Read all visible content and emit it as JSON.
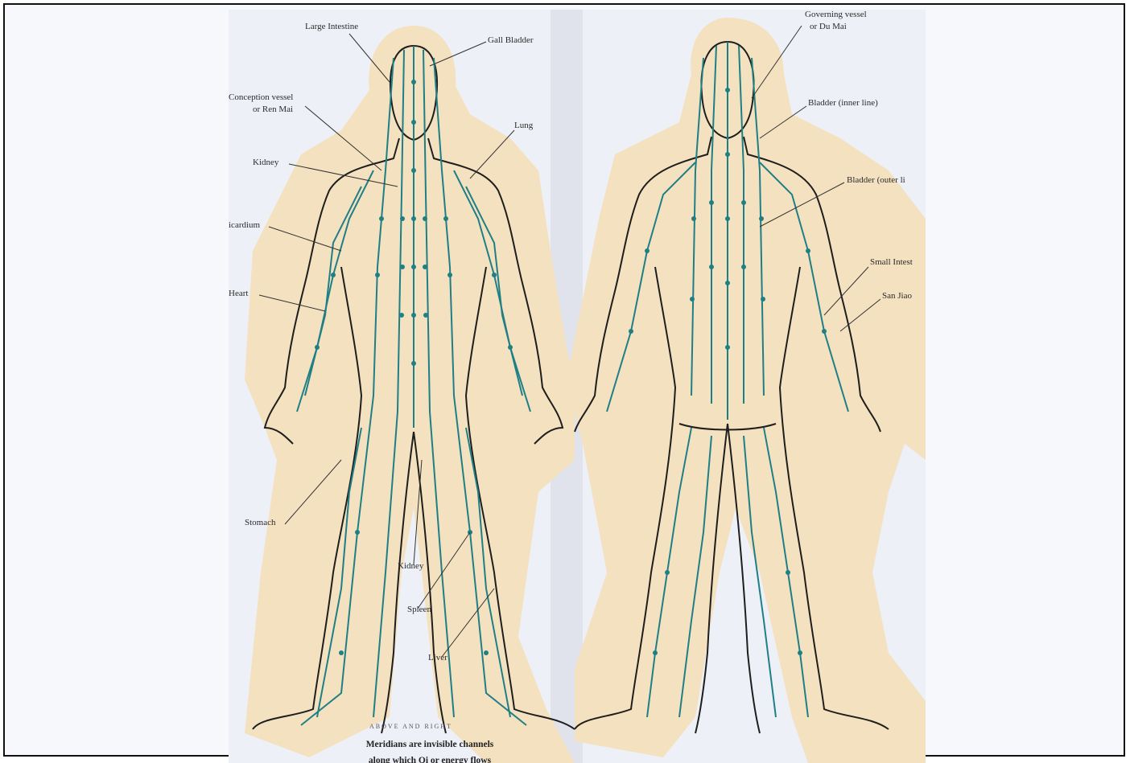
{
  "front_labels": {
    "large_intestine": "Large Intestine",
    "gall_bladder": "Gall Bladder",
    "conception_vessel": "Conception vessel",
    "ren_mai": "or Ren Mai",
    "lung": "Lung",
    "kidney_upper": "Kidney",
    "pericardium": "icardium",
    "heart": "Heart",
    "stomach": "Stomach",
    "kidney_lower": "Kidney",
    "spleen": "Spleen",
    "liver": "Liver"
  },
  "back_labels": {
    "governing_vessel": "Governing vessel",
    "du_mai": "or Du Mai",
    "bladder_inner": "Bladder (inner line)",
    "bladder_outer": "Bladder (outer li",
    "small_intestine": "Small Intest",
    "san_jiao": "San Jiao"
  },
  "caption": {
    "kicker": "ABOVE AND RIGHT",
    "line1": "Meridians are invisible channels",
    "line2": "along which Qi or energy flows"
  },
  "colors": {
    "meridian": "#1f7f86",
    "paper": "#f4e1bf",
    "outline": "#1e1e1e",
    "page": "#eef0f7"
  }
}
